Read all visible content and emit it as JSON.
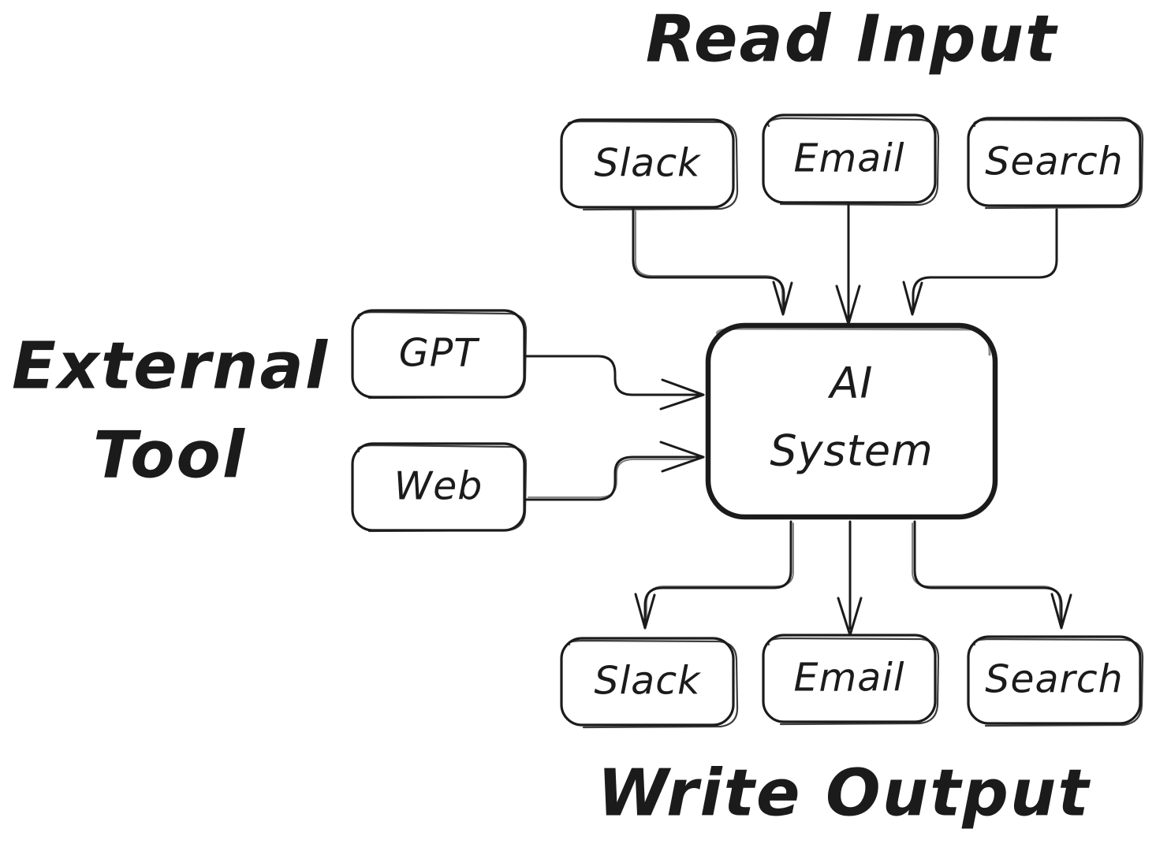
{
  "diagram": {
    "type": "flow-diagram",
    "style": "hand-drawn-sketch",
    "background_color": "#ffffff",
    "stroke_color": "#1b1b1b",
    "titles": {
      "read_input": "Read Input",
      "external_tool_line1": "External",
      "external_tool_line2": "Tool",
      "write_output": "Write Output"
    },
    "center_node": {
      "label_line1": "AI",
      "label_line2": "System",
      "emphasis": "bold-border"
    },
    "input_nodes": [
      {
        "label": "Slack"
      },
      {
        "label": "Email"
      },
      {
        "label": "Search"
      }
    ],
    "tool_nodes": [
      {
        "label": "GPT"
      },
      {
        "label": "Web"
      }
    ],
    "output_nodes": [
      {
        "label": "Slack"
      },
      {
        "label": "Email"
      },
      {
        "label": "Search"
      }
    ],
    "edges": [
      {
        "from": "Slack",
        "to": "AI System",
        "direction": "down"
      },
      {
        "from": "Email",
        "to": "AI System",
        "direction": "down"
      },
      {
        "from": "Search",
        "to": "AI System",
        "direction": "down"
      },
      {
        "from": "GPT",
        "to": "AI System",
        "direction": "right"
      },
      {
        "from": "Web",
        "to": "AI System",
        "direction": "right"
      },
      {
        "from": "AI System",
        "to": "Slack",
        "direction": "down"
      },
      {
        "from": "AI System",
        "to": "Email",
        "direction": "down"
      },
      {
        "from": "AI System",
        "to": "Search",
        "direction": "down"
      }
    ]
  }
}
